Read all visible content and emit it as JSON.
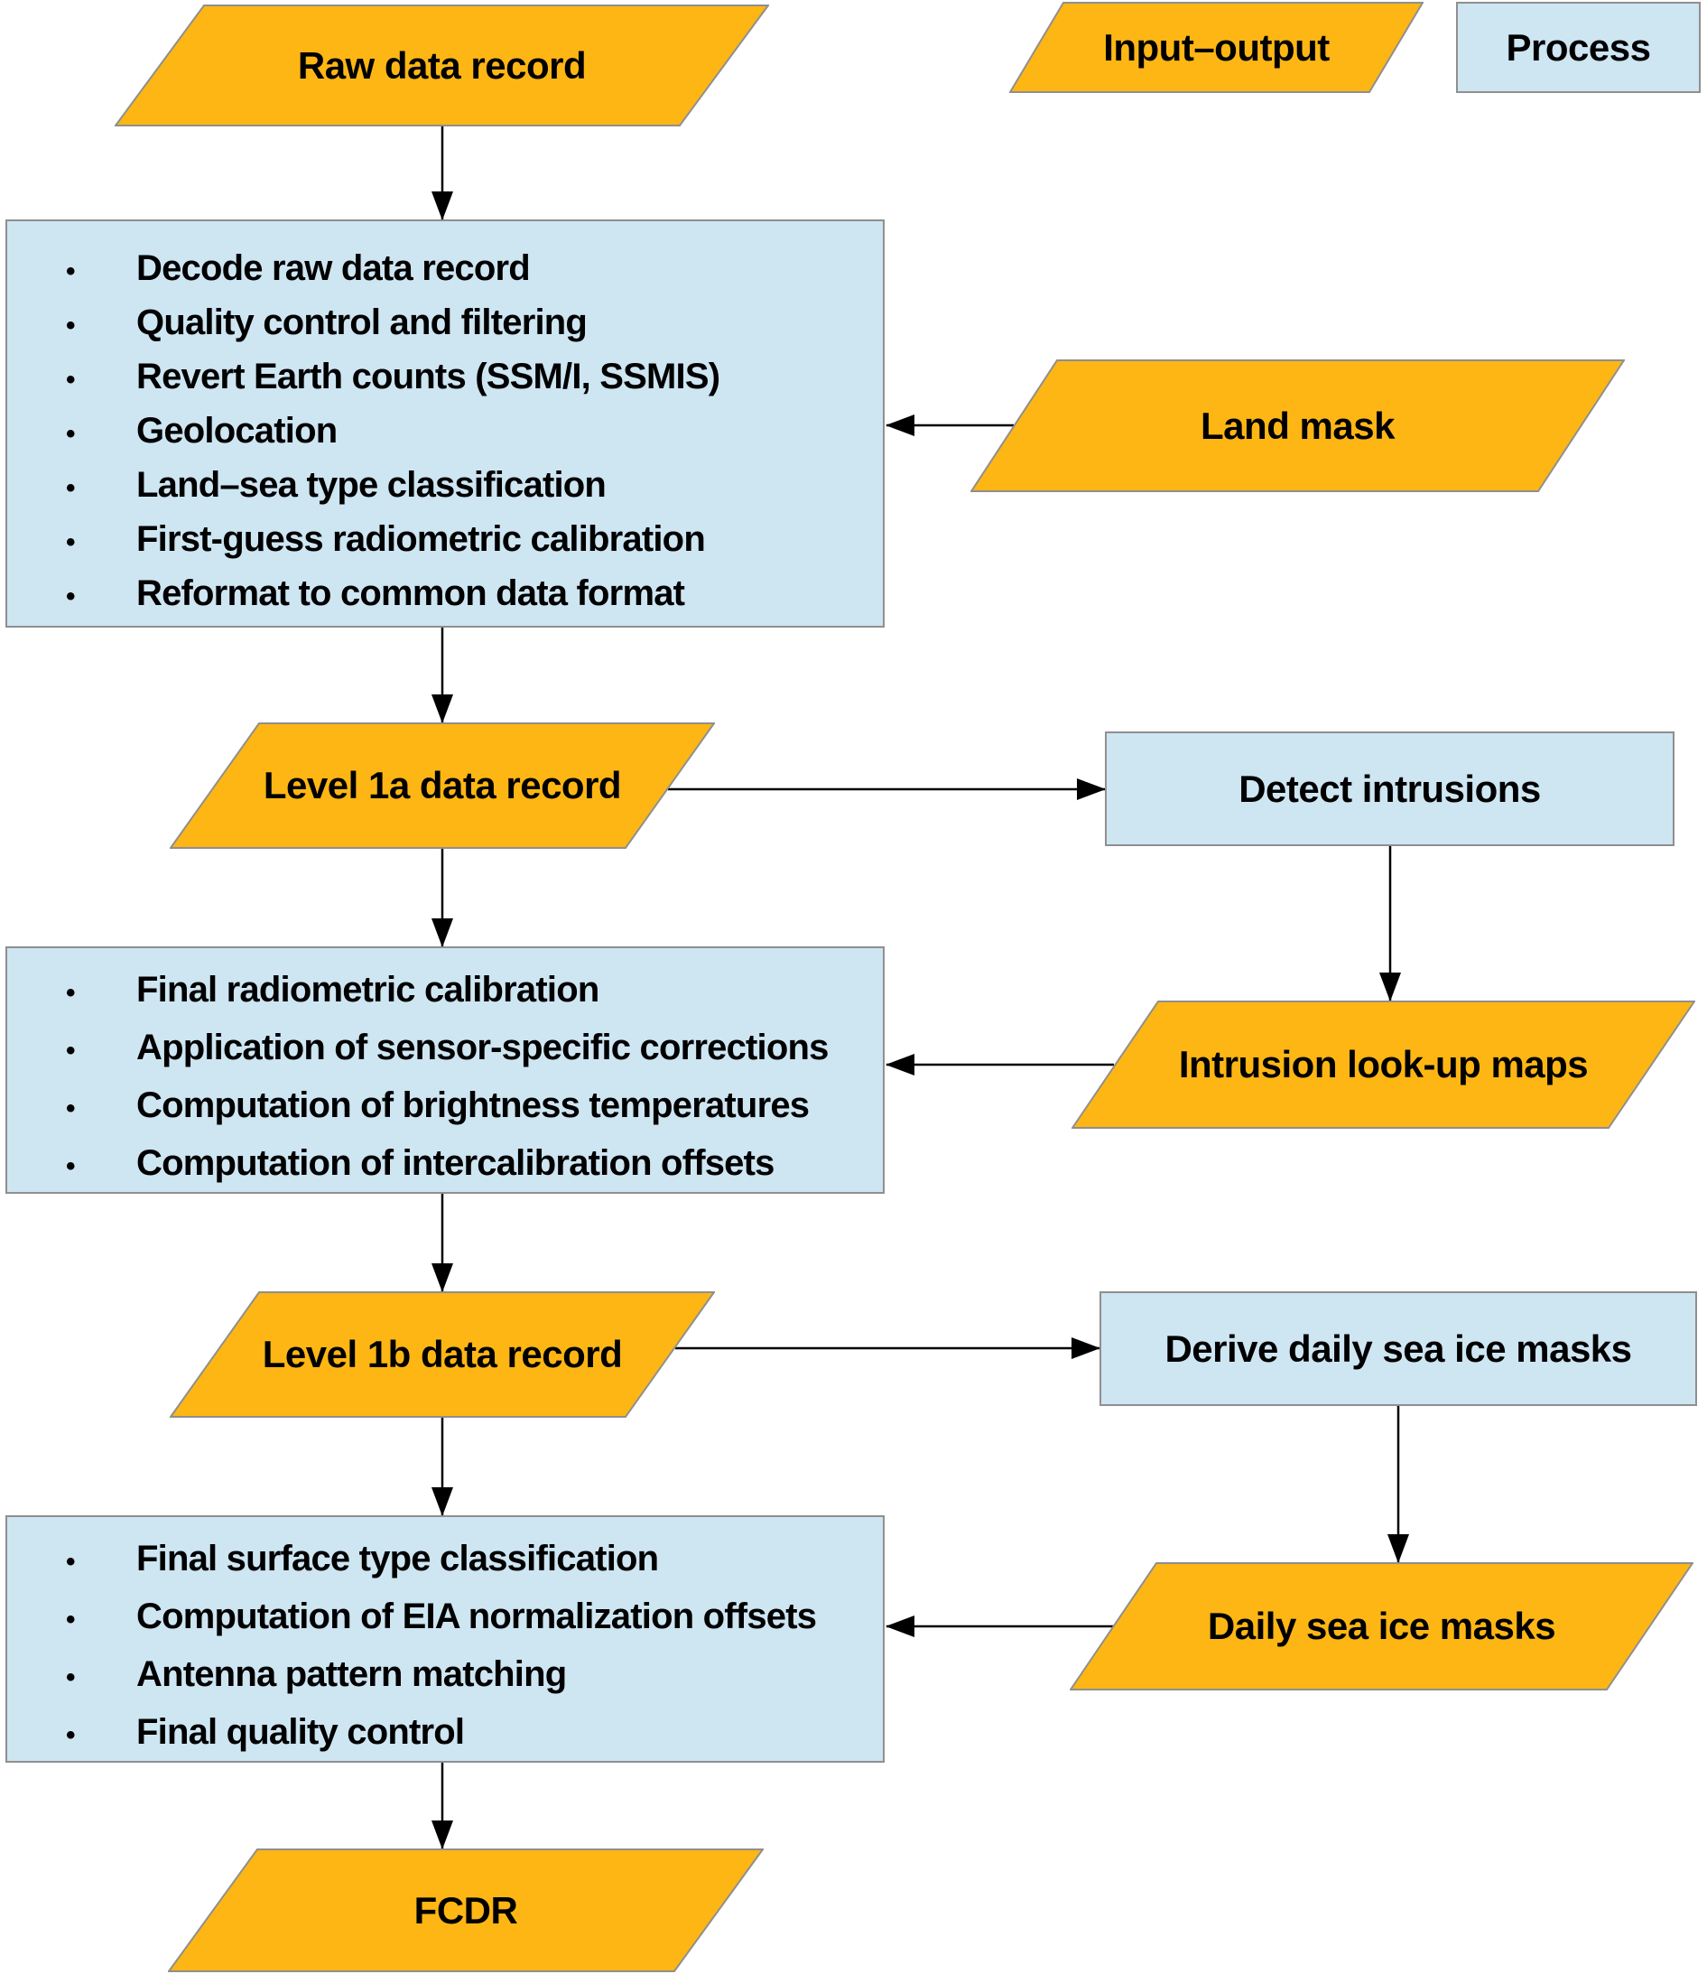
{
  "legend": {
    "io_label": "Input–output",
    "process_label": "Process"
  },
  "colors": {
    "io_fill": "#FDB614",
    "io_border": "#8f8f8f",
    "process_fill": "#CEE5F2",
    "process_border": "#8f8f8f",
    "arrow": "#000000",
    "text": "#000000",
    "background": "#ffffff"
  },
  "nodes": {
    "raw_data_record": {
      "label": "Raw data record"
    },
    "process_1": {
      "bullets": [
        "Decode raw data record",
        "Quality control and filtering",
        "Revert Earth counts (SSM/I, SSMIS)",
        "Geolocation",
        "Land–sea type classification",
        "First-guess radiometric calibration",
        "Reformat to common data format"
      ]
    },
    "land_mask": {
      "label": "Land mask"
    },
    "level_1a": {
      "label": "Level 1a data record"
    },
    "detect_intrusions": {
      "label": "Detect intrusions"
    },
    "process_2": {
      "bullets": [
        "Final radiometric calibration",
        "Application of sensor-specific corrections",
        "Computation of brightness temperatures",
        "Computation of intercalibration offsets"
      ]
    },
    "intrusion_maps": {
      "label": "Intrusion look-up maps"
    },
    "level_1b": {
      "label": "Level 1b data record"
    },
    "derive_masks": {
      "label": "Derive daily sea ice masks"
    },
    "process_3": {
      "bullets": [
        "Final surface type classification",
        "Computation of EIA normalization offsets",
        "Antenna pattern matching",
        "Final quality control"
      ]
    },
    "daily_masks": {
      "label": "Daily sea ice masks"
    },
    "fcdr": {
      "label": "FCDR"
    }
  }
}
